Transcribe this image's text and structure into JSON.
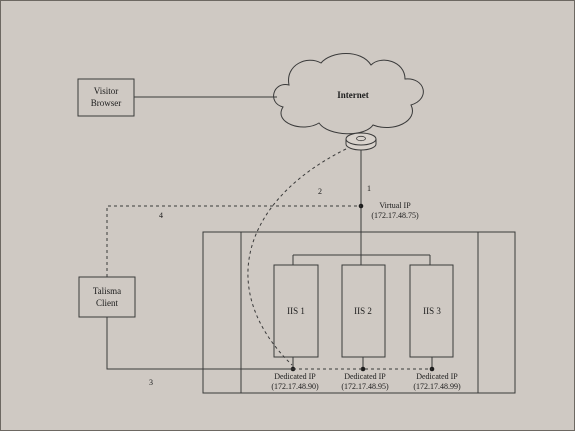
{
  "diagram": {
    "visitor_browser": [
      "Visitor",
      "Browser"
    ],
    "internet": "Internet",
    "talisma_client": [
      "Talisma",
      "Client"
    ],
    "virtual_ip": [
      "Virtual IP",
      "(172.17.48.75)"
    ],
    "servers": [
      {
        "label": "IIS 1",
        "ip_label": "Dedicated IP",
        "ip": "(172.17.48.90)"
      },
      {
        "label": "IIS 2",
        "ip_label": "Dedicated IP",
        "ip": "(172.17.48.95)"
      },
      {
        "label": "IIS 3",
        "ip_label": "Dedicated IP",
        "ip": "(172.17.48.99)"
      }
    ],
    "path_numbers": [
      "1",
      "2",
      "3",
      "4"
    ]
  }
}
